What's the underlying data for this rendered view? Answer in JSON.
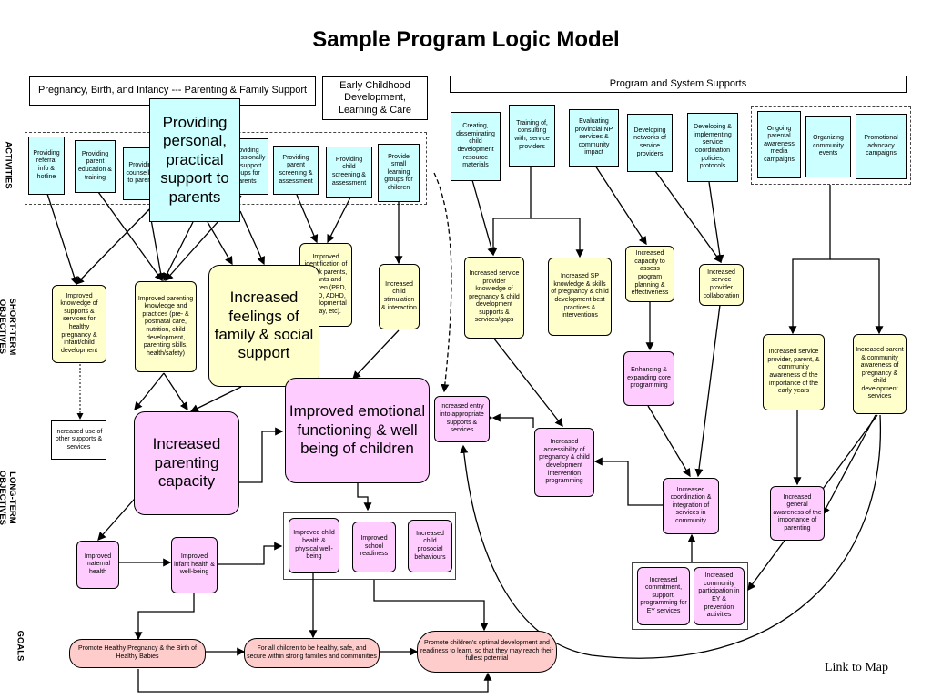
{
  "title": "Sample Program Logic Model",
  "headers": {
    "pregnancy": "Pregnancy, Birth, and Infancy --- Parenting & Family Support",
    "early_childhood": "Early Childhood Development, Learning & Care",
    "program_system": "Program and System Supports"
  },
  "row_labels": {
    "activities": "ACTIVITIES",
    "short_term": "SHORT-TERM OBJECTIVES",
    "long_term": "LONG-TERM OBJECTIVES",
    "goals": "GOALS"
  },
  "activities": {
    "referral": "Providing referral info & hotline",
    "education": "Providing parent education & training",
    "counselling": "Providing counselling to parents",
    "groups": "Providing professionally led support groups for parents",
    "parent_screening": "Providing parent screening & assessment",
    "child_screening": "Providing child screening & assessment",
    "learning_groups": "Provide small learning groups for children",
    "personal_support": "Providing personal, practical support to parents",
    "resource_materials": "Creating, disseminating child development resource materials",
    "training": "Training of, consulting with, service providers",
    "evaluating": "Evaluating provincial NP services & community impact",
    "networks": "Developing networks of service providers",
    "policies": "Developing & implementing service coordination policies, protocols",
    "media": "Ongoing parental awareness media campaigns",
    "events": "Organizing community events",
    "advocacy": "Promotional advocacy campaigns"
  },
  "short_term": {
    "knowledge_supports": "Improved knowledge of supports & services for healthy pregnancy & infant/child development",
    "parenting_knowledge": "Improved parenting knowledge and practices (pre- & postnatal care, nutrition, child development, parenting skills, health/safety)",
    "identification": "Improved identification of at-risk parents, infants and children (PPD, FASD, ADHD, developmental delay, etc).",
    "feelings_support": "Increased feelings of family & social support",
    "child_stimulation": "Increased child stimulation & interaction",
    "use_services": "Increased use of other supports & services",
    "sp_knowledge": "Increased service provider knowledge of pregnancy & child development supports & services/gaps",
    "sp_best_practices": "Increased SP knowledge & skills of pregnancy & child development best practices & interventions",
    "capacity_assess": "Increased capacity to assess program planning & effectiveness",
    "sp_collaboration": "Increased service provider collaboration",
    "enhancing": "Enhancing & expanding core programming",
    "awareness_early": "Increased service provider, parent, & community awareness of the importance of the early years",
    "awareness_pregnancy": "Increased parent & community awareness of pregnancy & child development services"
  },
  "long_term": {
    "parenting_capacity": "Increased parenting capacity",
    "emotional": "Improved emotional functioning & well being of children",
    "entry": "Increased entry into appropriate supports & services",
    "accessibility": "Increased accessibility of pregnancy & child development intervention programming",
    "coordination": "Increased coordination & integration of services in community",
    "general_awareness": "Increased general awareness of the importance of parenting",
    "maternal_health": "Improved maternal health",
    "infant_health": "Improved infant health & well-being",
    "child_health": "Improved child health & physical well-being",
    "school": "Improved school readiness",
    "prosocial": "Increased child prosocial behaviours",
    "commitment": "Increased commitment, support, programming for EY services",
    "participation": "Increased community participation in EY & prevention activities"
  },
  "goals": {
    "pregnancy": "Promote Healthy Pregnancy & the Birth of Healthy Babies",
    "children": "For all children to be healthy, safe, and secure within strong families and communities",
    "development": "Promote children's optimal development and readiness to learn, so that they may reach their fullest potential"
  },
  "link_to_map": "Link to Map"
}
